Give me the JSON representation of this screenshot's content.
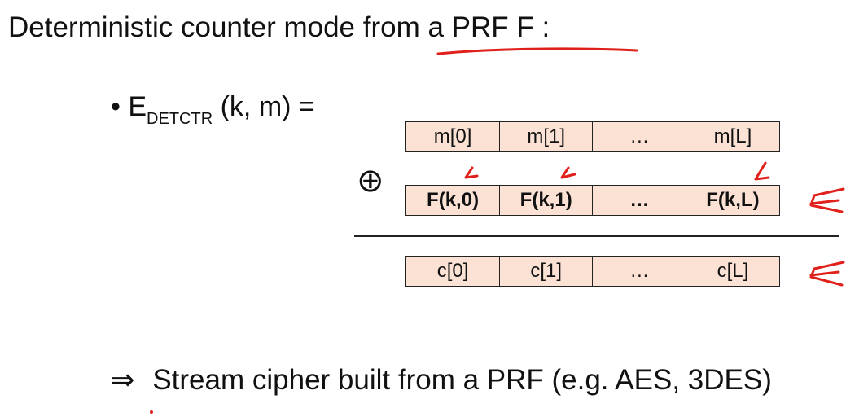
{
  "title": "Deterministic counter mode from a PRF  F :",
  "bullet": {
    "marker": "•",
    "E": "E",
    "subscript": "DETCTR",
    "args": " (k, m)  ="
  },
  "rows": {
    "message": [
      "m[0]",
      "m[1]",
      "…",
      "m[L]"
    ],
    "prf": [
      "F(k,0)",
      "F(k,1)",
      "…",
      "F(k,L)"
    ],
    "cipher": [
      "c[0]",
      "c[1]",
      "…",
      "c[L]"
    ]
  },
  "xor_symbol": "⊕",
  "conclusion": {
    "arrow": "⇒",
    "text": "Stream cipher built from a PRF   (e.g.  AES, 3DES)"
  },
  "colors": {
    "cell_fill": "#fbe2d5",
    "annotation": "#e0201b"
  }
}
